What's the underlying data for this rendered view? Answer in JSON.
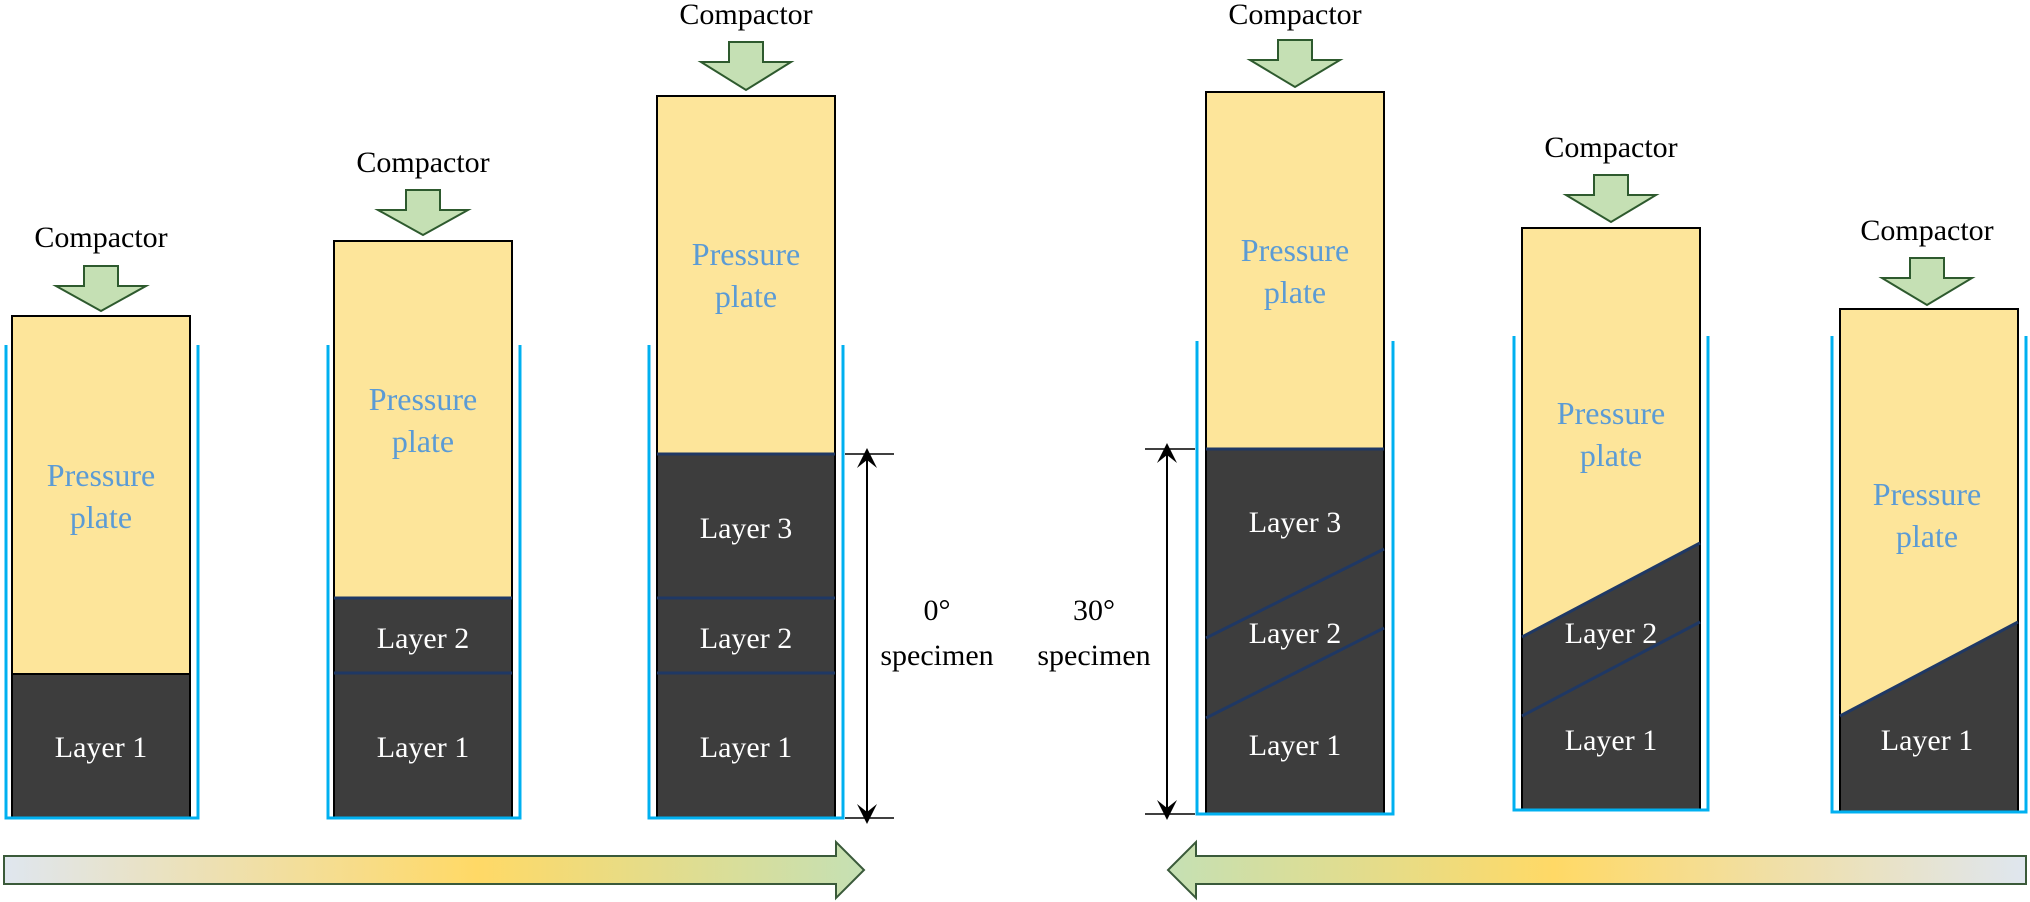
{
  "labels": {
    "compactor": "Compactor",
    "pressure_plate_line1": "Pressure",
    "pressure_plate_line2": "plate",
    "layer1": "Layer 1",
    "layer2": "Layer 2",
    "layer3": "Layer 3",
    "spec0_line1": "0°",
    "spec0_line2": "specimen",
    "spec30_line1": "30°",
    "spec30_line2": "specimen"
  },
  "colors": {
    "plate_fill": "#fde59a",
    "soil_fill": "#3d3d3d",
    "plate_text": "#5b9bd5",
    "layer_text": "#ffffff",
    "mold": "#00b0f0",
    "interface": "#1f3864",
    "arrow_fill": "#c5e0b4",
    "arrow_stroke": "#2e5a2e"
  },
  "panels": [
    {
      "id": "0deg-stage1",
      "group": "0° specimen",
      "layers": [
        "Layer 1"
      ],
      "interface_angle_deg": 0
    },
    {
      "id": "0deg-stage2",
      "group": "0° specimen",
      "layers": [
        "Layer 1",
        "Layer 2"
      ],
      "interface_angle_deg": 0
    },
    {
      "id": "0deg-stage3",
      "group": "0° specimen",
      "layers": [
        "Layer 1",
        "Layer 2",
        "Layer 3"
      ],
      "interface_angle_deg": 0
    },
    {
      "id": "30deg-stage3",
      "group": "30° specimen",
      "layers": [
        "Layer 1",
        "Layer 2",
        "Layer 3"
      ],
      "interface_angle_deg": 30
    },
    {
      "id": "30deg-stage2",
      "group": "30° specimen",
      "layers": [
        "Layer 1",
        "Layer 2"
      ],
      "interface_angle_deg": 30
    },
    {
      "id": "30deg-stage1",
      "group": "30° specimen",
      "layers": [
        "Layer 1"
      ],
      "interface_angle_deg": 30
    }
  ],
  "progress_arrows": [
    {
      "direction": "right",
      "gradient": [
        "#dfe6ef",
        "#ffd966",
        "#c5e0b4"
      ]
    },
    {
      "direction": "left",
      "gradient": [
        "#dfe6ef",
        "#ffd966",
        "#c5e0b4"
      ]
    }
  ]
}
